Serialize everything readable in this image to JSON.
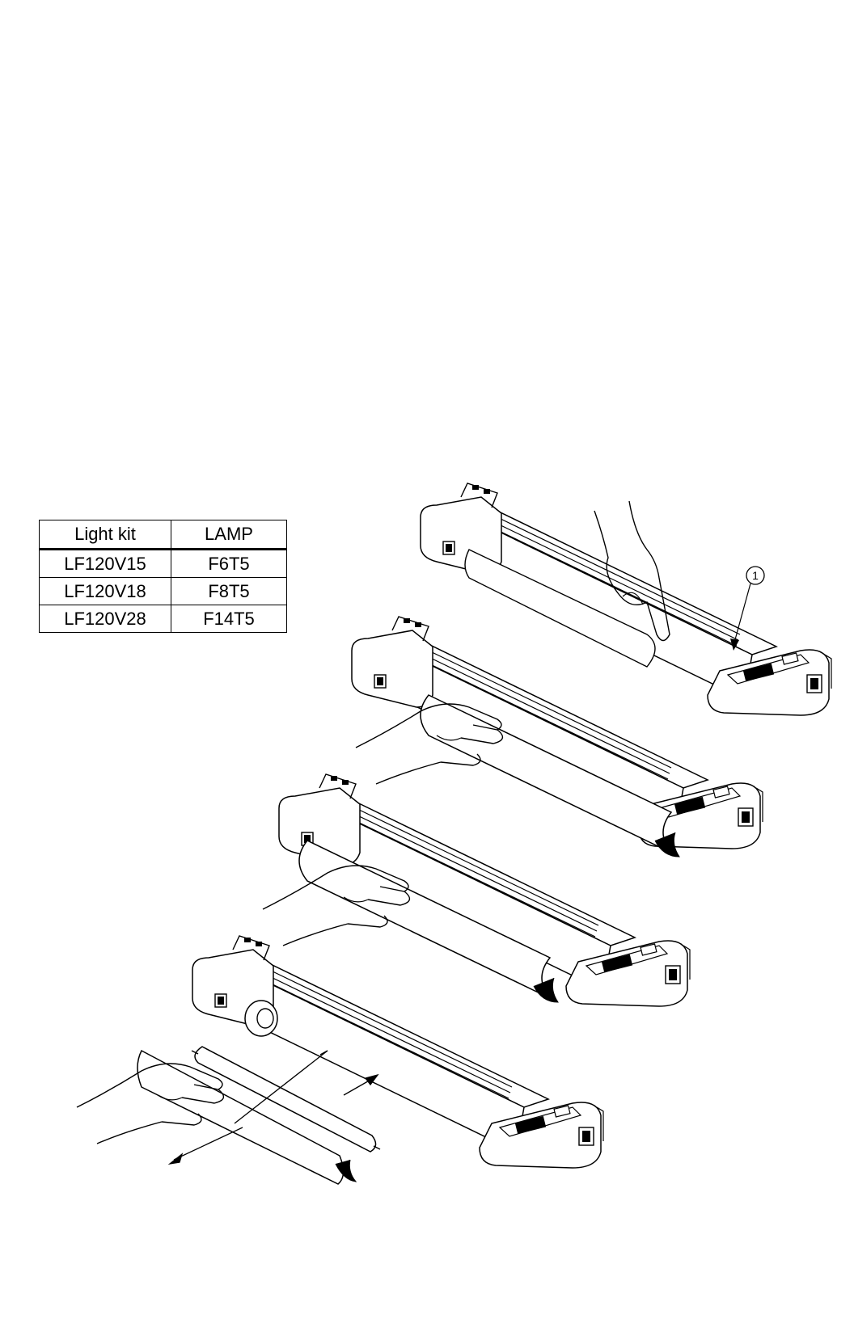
{
  "table": {
    "headers": [
      "Light kit",
      "LAMP"
    ],
    "rows": [
      [
        "LF120V15",
        "F6T5"
      ],
      [
        "LF120V18",
        "F8T5"
      ],
      [
        "LF120V28",
        "F14T5"
      ]
    ]
  },
  "callout": {
    "label": "1"
  }
}
